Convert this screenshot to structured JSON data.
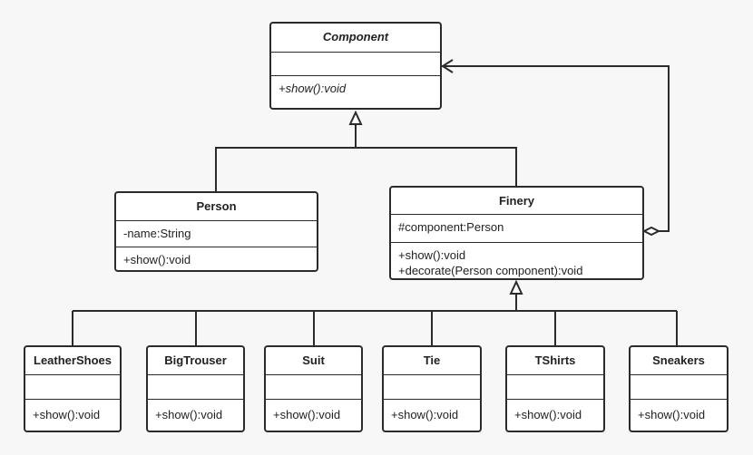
{
  "diagram": {
    "component": {
      "name": "Component",
      "attributes": [],
      "operations": [
        "+show():void"
      ]
    },
    "person": {
      "name": "Person",
      "attributes": [
        "-name:String"
      ],
      "operations": [
        "+show():void"
      ]
    },
    "finery": {
      "name": "Finery",
      "attributes": [
        "#component:Person"
      ],
      "operations": [
        "+show():void",
        "+decorate(Person component):void"
      ]
    },
    "decorators": [
      {
        "name": "LeatherShoes",
        "operations": [
          "+show():void"
        ]
      },
      {
        "name": "BigTrouser",
        "operations": [
          "+show():void"
        ]
      },
      {
        "name": "Suit",
        "operations": [
          "+show():void"
        ]
      },
      {
        "name": "Tie",
        "operations": [
          "+show():void"
        ]
      },
      {
        "name": "TShirts",
        "operations": [
          "+show():void"
        ]
      },
      {
        "name": "Sneakers",
        "operations": [
          "+show():void"
        ]
      }
    ],
    "relations": [
      {
        "from": "Person",
        "to": "Component",
        "type": "generalization"
      },
      {
        "from": "Finery",
        "to": "Component",
        "type": "generalization"
      },
      {
        "from": "Finery",
        "to": "Component",
        "type": "aggregation"
      },
      {
        "from": "LeatherShoes",
        "to": "Finery",
        "type": "generalization"
      },
      {
        "from": "BigTrouser",
        "to": "Finery",
        "type": "generalization"
      },
      {
        "from": "Suit",
        "to": "Finery",
        "type": "generalization"
      },
      {
        "from": "Tie",
        "to": "Finery",
        "type": "generalization"
      },
      {
        "from": "TShirts",
        "to": "Finery",
        "type": "generalization"
      },
      {
        "from": "Sneakers",
        "to": "Finery",
        "type": "generalization"
      }
    ]
  }
}
